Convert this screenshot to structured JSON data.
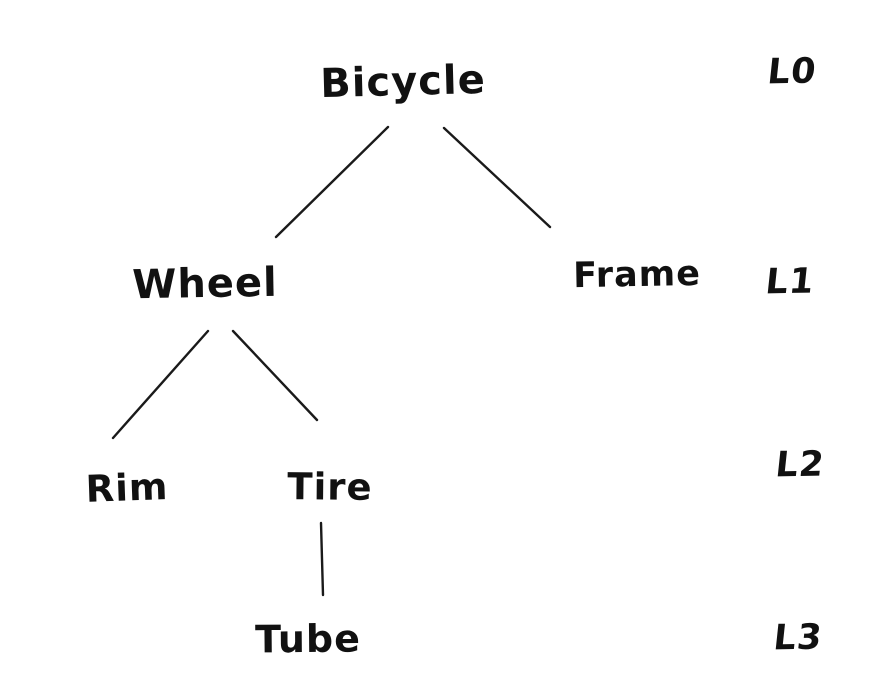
{
  "diagram": {
    "type": "tree",
    "style": "hand-drawn",
    "colors": {
      "background": "#ffffff",
      "ink": "#1a1a1a"
    },
    "nodes": [
      {
        "id": "bicycle",
        "label": "Bicycle",
        "level": "L0",
        "parent": null
      },
      {
        "id": "wheel",
        "label": "Wheel",
        "level": "L1",
        "parent": "bicycle"
      },
      {
        "id": "frame",
        "label": "Frame",
        "level": "L1",
        "parent": "bicycle"
      },
      {
        "id": "rim",
        "label": "Rim",
        "level": "L2",
        "parent": "wheel"
      },
      {
        "id": "tire",
        "label": "Tire",
        "level": "L2",
        "parent": "wheel"
      },
      {
        "id": "tube",
        "label": "Tube",
        "level": "L3",
        "parent": "tire"
      }
    ],
    "edges": [
      {
        "from": "Bicycle",
        "to": "Wheel"
      },
      {
        "from": "Bicycle",
        "to": "Frame"
      },
      {
        "from": "Wheel",
        "to": "Rim"
      },
      {
        "from": "Wheel",
        "to": "Tire"
      },
      {
        "from": "Tire",
        "to": "Tube"
      }
    ],
    "level_labels": [
      {
        "label": "L0"
      },
      {
        "label": "L1"
      },
      {
        "label": "L2"
      },
      {
        "label": "L3"
      }
    ]
  }
}
